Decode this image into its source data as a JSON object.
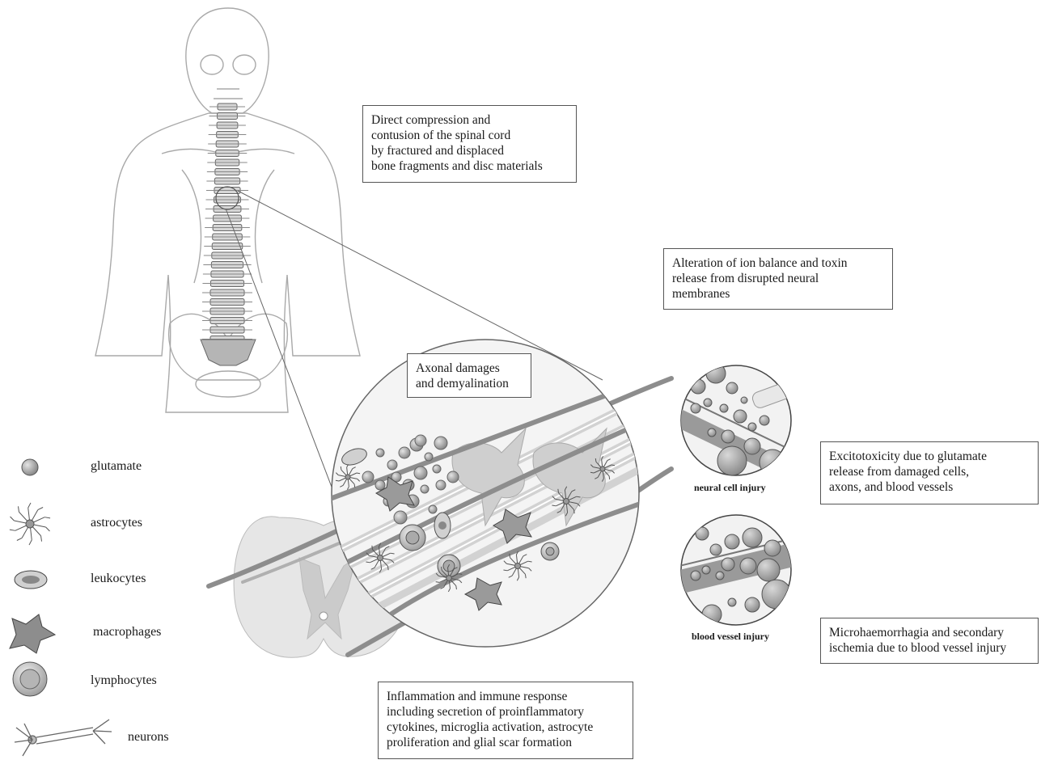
{
  "boxes": {
    "compression": [
      "Direct compression and",
      "contusion of the spinal cord",
      "by fractured and displaced",
      "bone fragments and disc materials"
    ],
    "ion": [
      "Alteration of ion balance and toxin",
      "release from disrupted neural",
      "membranes"
    ],
    "axonal": [
      "Axonal damages",
      "and demyalination"
    ],
    "excito": [
      "Excitotoxicity due to glutamate",
      "release from damaged cells,",
      "axons, and blood vessels"
    ],
    "micro": [
      "Microhaemorrhagia and secondary",
      "ischemia due to blood vessel injury"
    ],
    "inflammation": [
      "Inflammation and immune response",
      "including secretion of proinflammatory",
      "cytokines, microglia activation, astrocyte",
      "proliferation and glial scar formation"
    ]
  },
  "captions": {
    "neural": "neural cell injury",
    "vessel": "blood vessel injury"
  },
  "legend": [
    {
      "label": "glutamate",
      "icon": "glutamate-icon"
    },
    {
      "label": "astrocytes",
      "icon": "astrocyte-icon"
    },
    {
      "label": "leukocytes",
      "icon": "leukocyte-icon"
    },
    {
      "label": "macrophages",
      "icon": "macrophage-icon"
    },
    {
      "label": "lymphocytes",
      "icon": "lymphocyte-icon"
    },
    {
      "label": "neurons",
      "icon": "neuron-icon"
    }
  ]
}
